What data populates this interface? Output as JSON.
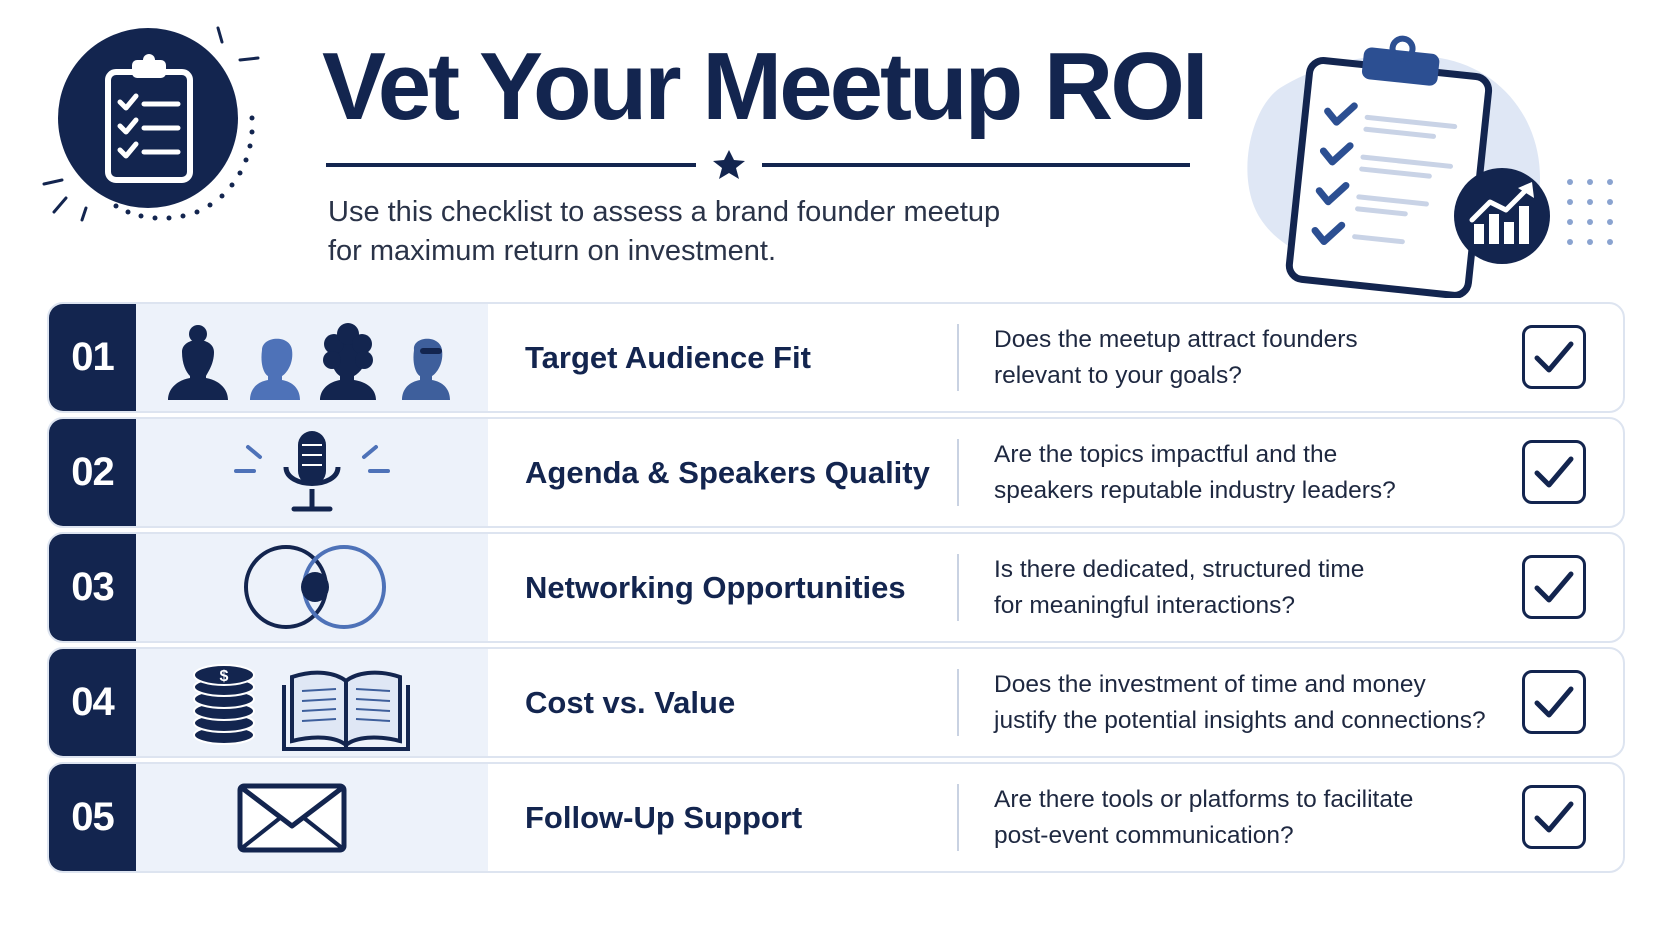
{
  "header": {
    "title": "Vet Your Meetup ROI",
    "subtitle_line1": "Use this checklist to assess a brand founder meetup",
    "subtitle_line2": "for maximum return on investment."
  },
  "colors": {
    "navy": "#13254f",
    "accent_blue": "#3e5f9c",
    "light_band": "#edf2fa",
    "border": "#dde4f0"
  },
  "criteria": [
    {
      "number": "01",
      "label": "Target Audience Fit",
      "desc_line1": "Does the meetup attract founders",
      "desc_line2": "relevant to your goals?",
      "icon": "people-icon",
      "checked": true
    },
    {
      "number": "02",
      "label": "Agenda & Speakers Quality",
      "desc_line1": "Are the topics impactful and the",
      "desc_line2": "speakers reputable industry leaders?",
      "icon": "microphone-icon",
      "checked": true
    },
    {
      "number": "03",
      "label": "Networking Opportunities",
      "desc_line1": "Is there dedicated, structured time",
      "desc_line2": "for meaningful interactions?",
      "icon": "venn-diagram-icon",
      "checked": true
    },
    {
      "number": "04",
      "label": "Cost vs. Value",
      "desc_line1": "Does the investment of time and money",
      "desc_line2": "justify the potential insights and connections?",
      "icon": "coins-and-book-icon",
      "checked": true
    },
    {
      "number": "05",
      "label": "Follow-Up Support",
      "desc_line1": "Are there tools or platforms to facilitate",
      "desc_line2": "post-event communication?",
      "icon": "envelope-icon",
      "checked": true
    }
  ]
}
